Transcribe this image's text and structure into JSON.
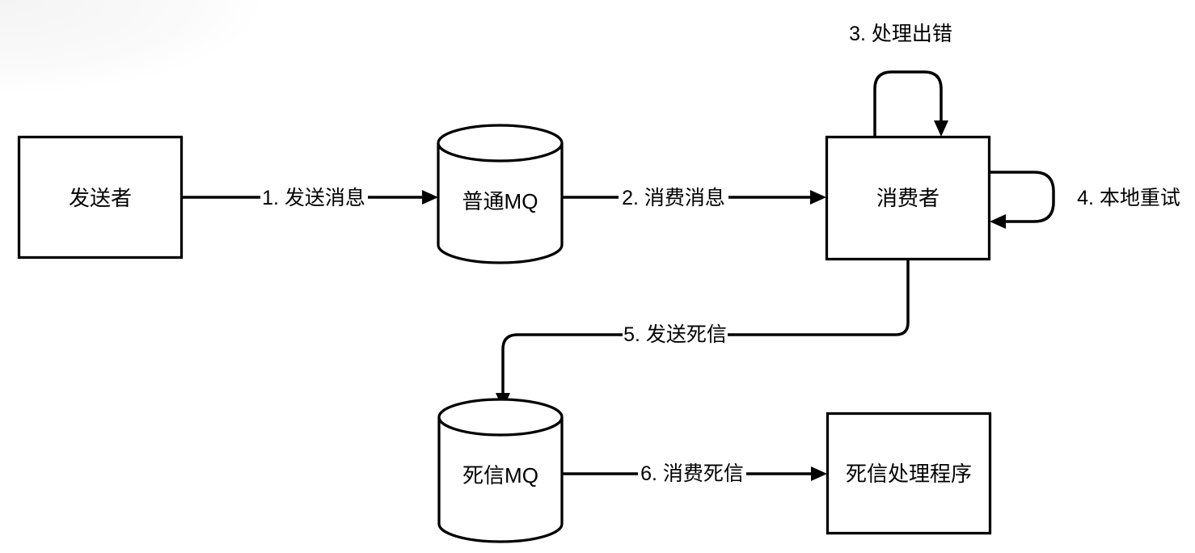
{
  "diagram": {
    "title": "dead-letter-queue-message-flow",
    "background_color": "#ffffff",
    "stroke_color": "#000000",
    "nodes": [
      {
        "id": "sender",
        "type": "rectangle",
        "label": "发送者"
      },
      {
        "id": "normal-mq",
        "type": "cylinder",
        "label": "普通MQ"
      },
      {
        "id": "consumer",
        "type": "rectangle",
        "label": "消费者"
      },
      {
        "id": "dead-mq",
        "type": "cylinder",
        "label": "死信MQ"
      },
      {
        "id": "dead-handler",
        "type": "rectangle",
        "label": "死信处理程序"
      }
    ],
    "edges": [
      {
        "id": "edge-1",
        "from": "sender",
        "to": "normal-mq",
        "label": "1. 发送消息"
      },
      {
        "id": "edge-2",
        "from": "normal-mq",
        "to": "consumer",
        "label": "2. 消费消息"
      },
      {
        "id": "edge-3",
        "from": "consumer",
        "to": "consumer",
        "label": "3. 处理出错",
        "shape": "self-loop-top"
      },
      {
        "id": "edge-4",
        "from": "consumer",
        "to": "consumer",
        "label": "4. 本地重试",
        "shape": "self-loop-right"
      },
      {
        "id": "edge-5",
        "from": "consumer",
        "to": "dead-mq",
        "label": "5. 发送死信",
        "shape": "elbow-down-left-down"
      },
      {
        "id": "edge-6",
        "from": "dead-mq",
        "to": "dead-handler",
        "label": "6. 消费死信"
      }
    ]
  }
}
